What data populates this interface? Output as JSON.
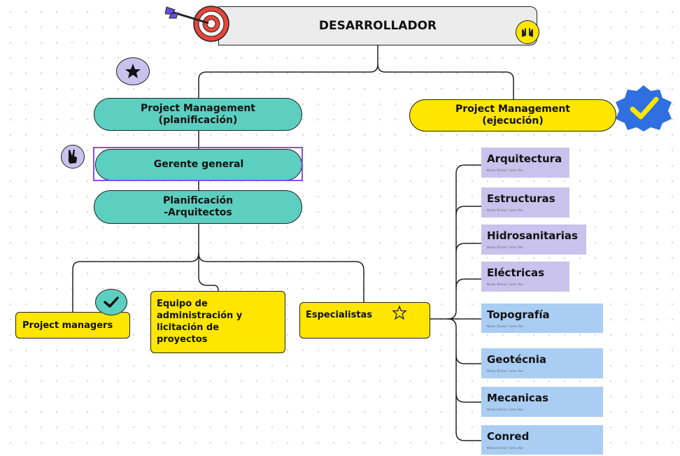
{
  "root": {
    "label": "DESARROLLADOR"
  },
  "left_branch": {
    "title": "Project Management\n(planificación)",
    "gerente": "Gerente general",
    "planificacion": "Planificación\n-Arquitectos",
    "children": {
      "project_managers": "Project managers",
      "equipo": "Equipo de\nadministración y\nlicitación de\nproyectos",
      "especialistas": "Especialistas"
    }
  },
  "right_branch": {
    "title": "Project Management\n(ejecución)"
  },
  "specialties": [
    {
      "label": "Arquitectura",
      "caption": "Notas Sticker Como Yeo"
    },
    {
      "label": "Estructuras",
      "caption": "Notas Sticker Como Yeo"
    },
    {
      "label": "Hidrosanitarias",
      "caption": "Notas Sticker Como Yeo"
    },
    {
      "label": "Eléctricas",
      "caption": "Notas Sticker Como Yeo"
    },
    {
      "label": "Topografía",
      "caption": "Notas Sticker Como Yeo"
    },
    {
      "label": "Geotécnia",
      "caption": "Notas Sticker Como Yeo"
    },
    {
      "label": "Mecanicas",
      "caption": "Notas Sticker Como Yeo"
    },
    {
      "label": "Conred",
      "caption": "Notas Sticker Como Yeo"
    }
  ],
  "colors": {
    "teal": "#5ccfc0",
    "yellow": "#ffe600",
    "lavender": "#c8c2ec",
    "light_blue": "#a9cdf3",
    "selection": "#8a4df0",
    "verified_blue": "#2f6fe0"
  },
  "icons": [
    "target-arrow-icon",
    "raised-hands-icon",
    "star-icon",
    "verified-check-icon",
    "victory-hand-icon",
    "check-icon",
    "star-outline-icon"
  ]
}
